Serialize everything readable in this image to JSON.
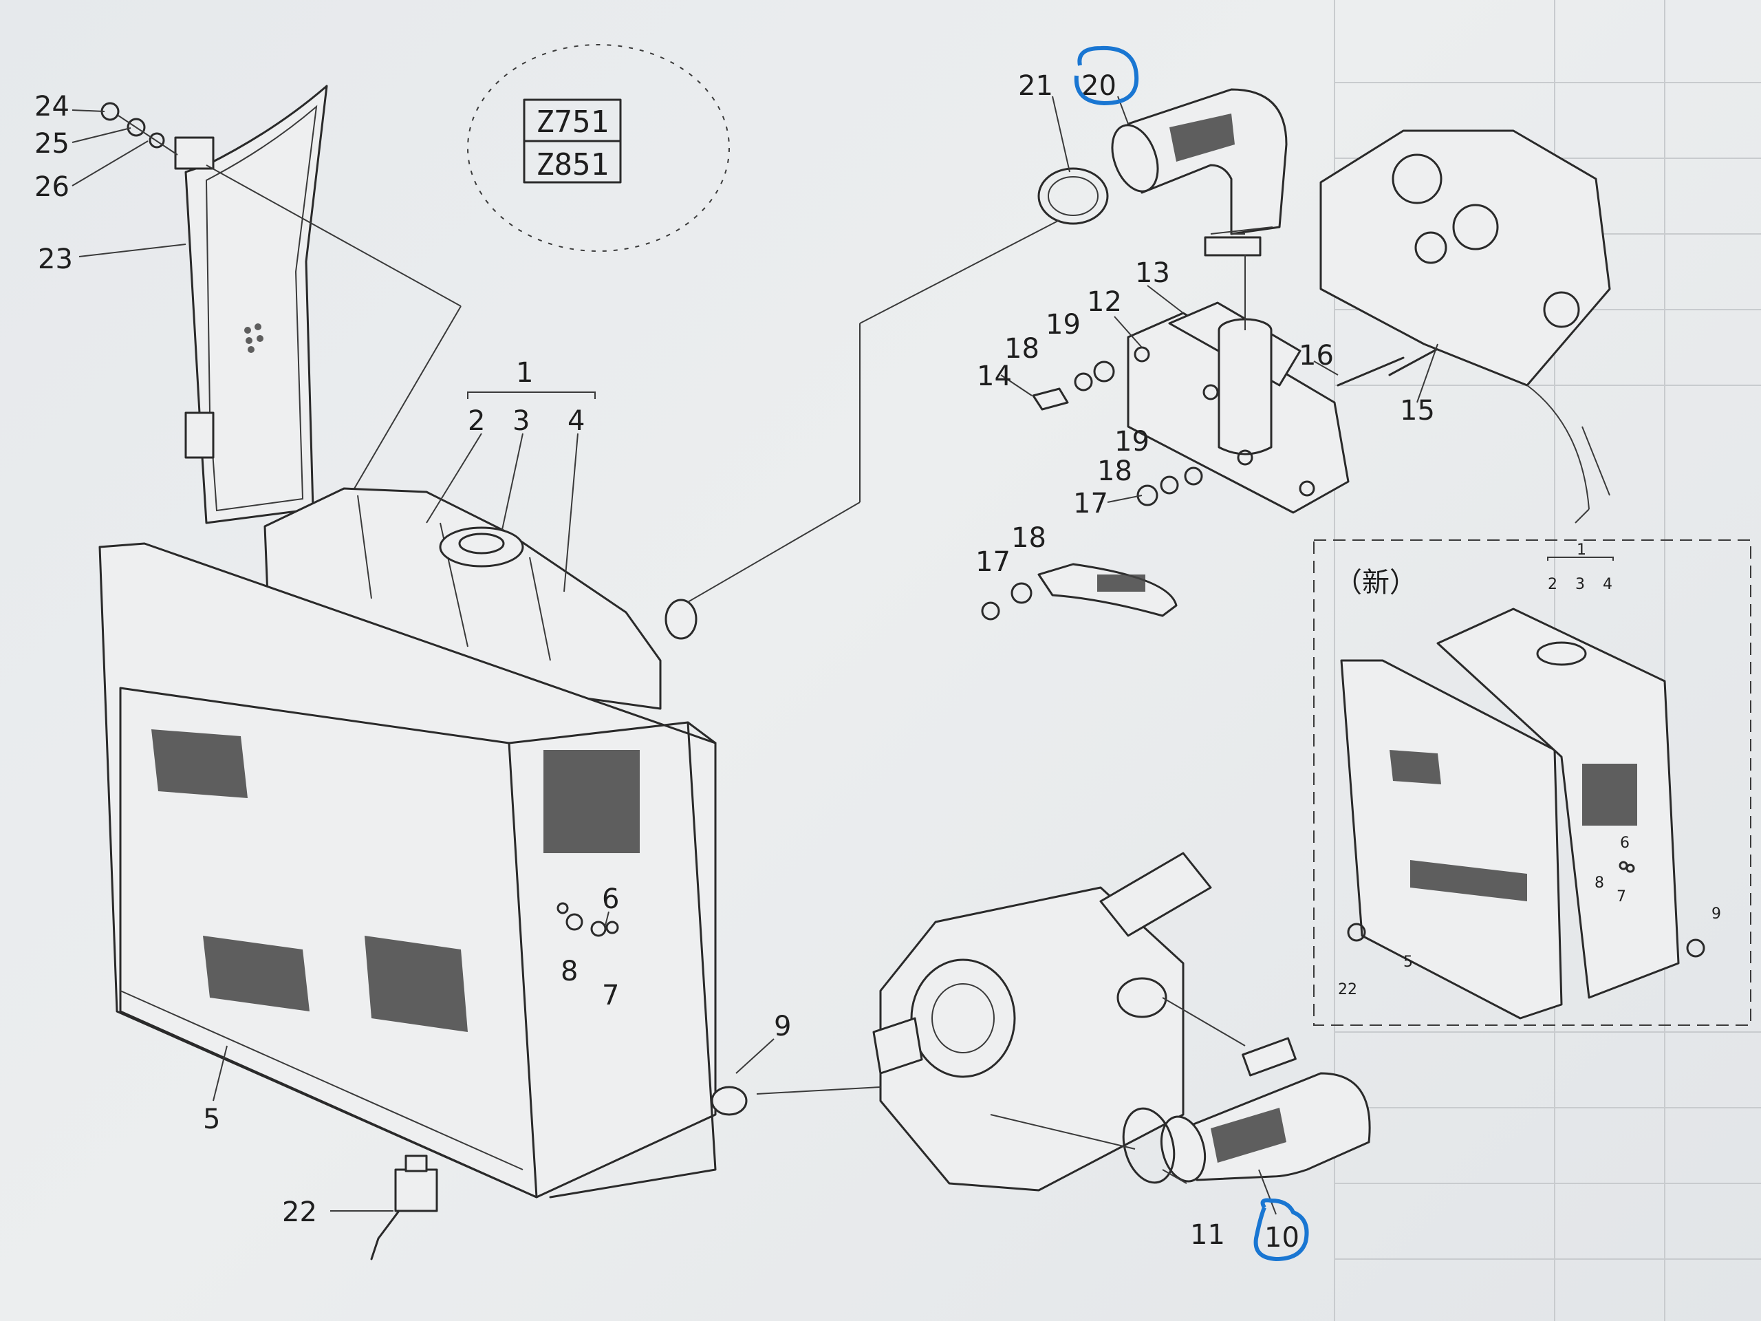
{
  "diagram": {
    "model_codes": [
      "Z751",
      "Z851"
    ],
    "inset_title": "（新）",
    "callouts": [
      "1",
      "2",
      "3",
      "4",
      "5",
      "6",
      "7",
      "8",
      "9",
      "10",
      "11",
      "12",
      "13",
      "14",
      "15",
      "16",
      "17",
      "18",
      "19",
      "20",
      "21",
      "22",
      "23",
      "24",
      "25",
      "26"
    ],
    "inset_callouts": [
      "1",
      "2",
      "3",
      "4",
      "5",
      "6",
      "7",
      "8",
      "9",
      "22"
    ],
    "highlighted_parts": [
      "20",
      "10"
    ],
    "highlight_color": "#1976d2"
  }
}
